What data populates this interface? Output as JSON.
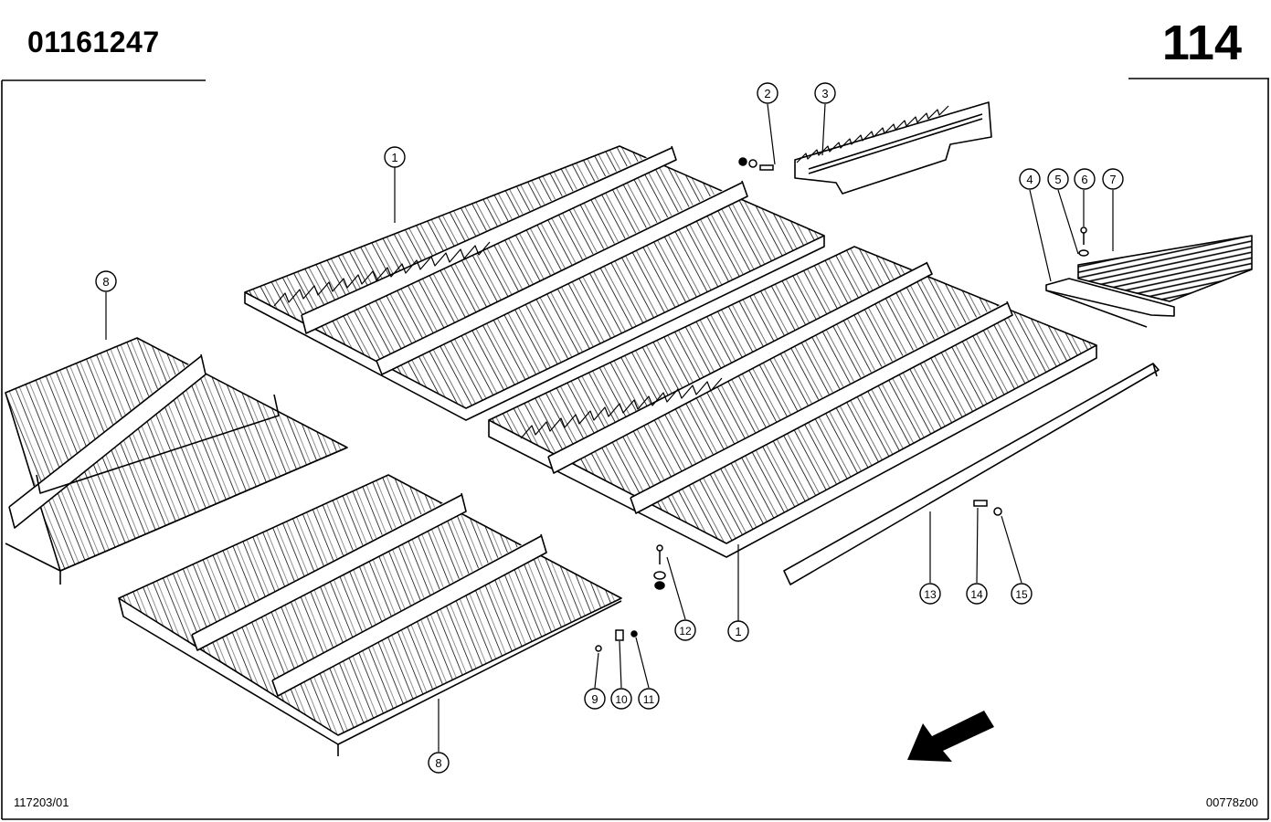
{
  "header": {
    "part_number": "01161247",
    "page_number": "114"
  },
  "footer": {
    "left_reference": "117203/01",
    "right_reference": "00778z00"
  },
  "callouts": [
    "1",
    "1",
    "2",
    "3",
    "4",
    "5",
    "6",
    "7",
    "8",
    "8",
    "9",
    "10",
    "11",
    "12",
    "13",
    "14",
    "15"
  ]
}
